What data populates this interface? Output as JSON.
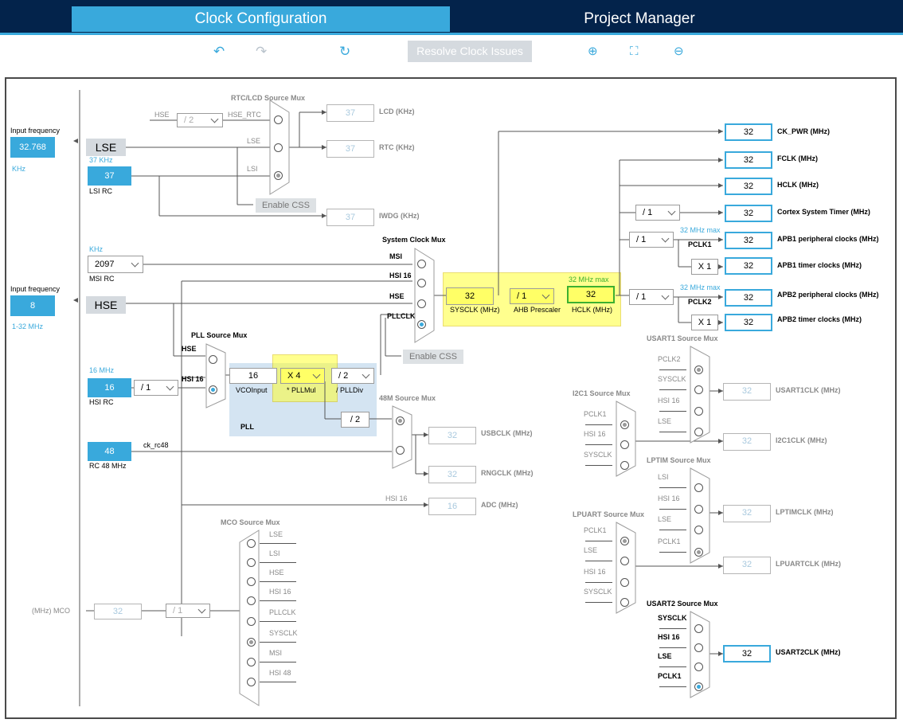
{
  "tabs": {
    "clock": "Clock Configuration",
    "project": "Project Manager"
  },
  "toolbar": {
    "resolve": "Resolve Clock Issues"
  },
  "icons": [
    "undo-icon",
    "redo-icon",
    "refresh-icon",
    "zoom-in-icon",
    "fit-screen-icon",
    "zoom-out-icon"
  ],
  "colors": {
    "accent": "#39a9dc",
    "navy": "#03234b",
    "highlight": "#ffff33",
    "pll_region": "#c6dbee",
    "ok": "#3cb030"
  },
  "left": {
    "input_freq": "Input frequency",
    "lse_value": "32.768",
    "lse_unit": "KHz",
    "lse": "LSE",
    "lsi_freq": "37 KHz",
    "lsi_value": "37",
    "lsi_rc": "LSI RC",
    "msi_unit": "KHz",
    "msi_value": "2097",
    "msi_rc": "MSI RC",
    "input_freq2": "Input frequency",
    "hse_value": "8",
    "hse_range": "1-32 MHz",
    "hse": "HSE",
    "hsi_freq": "16 MHz",
    "hsi_value": "16",
    "hsi_rc": "HSI RC",
    "rc48_value": "48",
    "rc48": "RC 48 MHz",
    "ck_rc48": "ck_rc48"
  },
  "rtc": {
    "title": "RTC/LCD Source Mux",
    "hse": "HSE",
    "div": "/ 2",
    "hse_rtc": "HSE_RTC",
    "lse": "LSE",
    "lsi": "LSI",
    "lcd_value": "37",
    "lcd": "LCD (KHz)",
    "rtc_value": "37",
    "rtc": "RTC (KHz)",
    "enable_css": "Enable CSS",
    "iwdg_value": "37",
    "iwdg": "IWDG (KHz)"
  },
  "sysmux": {
    "title": "System Clock Mux",
    "msi": "MSI",
    "hsi16": "HSI 16",
    "hse": "HSE",
    "pllclk": "PLLCLK",
    "enable_css": "Enable CSS"
  },
  "pll": {
    "src_title": "PLL Source Mux",
    "hse": "HSE",
    "hsi16": "HSI 16",
    "div1": "/ 1",
    "vco_value": "16",
    "vco": "VCOInput",
    "mul": "X 4",
    "mul_label": "* PLLMul",
    "pdiv": "/ 2",
    "pdiv_label": "/ PLLDiv",
    "label": "PLL"
  },
  "ahb": {
    "sysclk_value": "32",
    "sysclk": "SYSCLK (MHz)",
    "prescaler": "/ 1",
    "prescaler_label": "AHB Prescaler",
    "hclk_max": "32 MHz max",
    "hclk_value": "32",
    "hclk": "HCLK (MHz)"
  },
  "outputs": {
    "ck_pwr_value": "32",
    "ck_pwr": "CK_PWR (MHz)",
    "fclk_value": "32",
    "fclk": "FCLK (MHz)",
    "hclk_value": "32",
    "hclk": "HCLK (MHz)",
    "systick_div": "/ 1",
    "systick_value": "32",
    "systick": "Cortex System Timer (MHz)",
    "apb1_div": "/ 1",
    "apb1_max": "32 MHz max",
    "pclk1": "PCLK1",
    "apb1_value": "32",
    "apb1": "APB1 peripheral clocks (MHz)",
    "apb1_x": "X 1",
    "apb1_timer_value": "32",
    "apb1_timer": "APB1 timer clocks (MHz)",
    "apb2_div": "/ 1",
    "apb2_max": "32 MHz max",
    "pclk2": "PCLK2",
    "apb2_value": "32",
    "apb2": "APB2 peripheral clocks (MHz)",
    "apb2_x": "X 1",
    "apb2_timer_value": "32",
    "apb2_timer": "APB2 timer clocks (MHz)"
  },
  "usb": {
    "title": "48M Source Mux",
    "div2": "/ 2",
    "usb_value": "32",
    "usb": "USBCLK (MHz)",
    "rng_value": "32",
    "rng": "RNGCLK (MHz)",
    "hsi16": "HSI 16",
    "adc_value": "16",
    "adc": "ADC (MHz)"
  },
  "mco": {
    "title": "MCO Source Mux",
    "inputs": [
      "LSE",
      "LSI",
      "HSE",
      "HSI 16",
      "PLLCLK",
      "SYSCLK",
      "MSI",
      "HSI 48"
    ],
    "label": "(MHz) MCO",
    "value": "32",
    "div": "/ 1"
  },
  "usart1": {
    "title": "USART1 Source Mux",
    "inputs": [
      "PCLK2",
      "SYSCLK",
      "HSI 16",
      "LSE"
    ],
    "value": "32",
    "label": "USART1CLK (MHz)"
  },
  "i2c1": {
    "title": "I2C1 Source Mux",
    "inputs": [
      "PCLK1",
      "HSI 16",
      "SYSCLK"
    ],
    "value": "32",
    "label": "I2C1CLK (MHz)"
  },
  "lptim": {
    "title": "LPTIM Source Mux",
    "inputs": [
      "LSI",
      "HSI 16",
      "LSE",
      "PCLK1"
    ],
    "value": "32",
    "label": "LPTIMCLK (MHz)"
  },
  "lpuart": {
    "title": "LPUART Source Mux",
    "inputs": [
      "PCLK1",
      "LSE",
      "HSI 16",
      "SYSCLK"
    ],
    "value": "32",
    "label": "LPUARTCLK (MHz)"
  },
  "usart2": {
    "title": "USART2 Source Mux",
    "inputs": [
      "SYSCLK",
      "HSI 16",
      "LSE",
      "PCLK1"
    ],
    "value": "32",
    "label": "USART2CLK (MHz)"
  }
}
